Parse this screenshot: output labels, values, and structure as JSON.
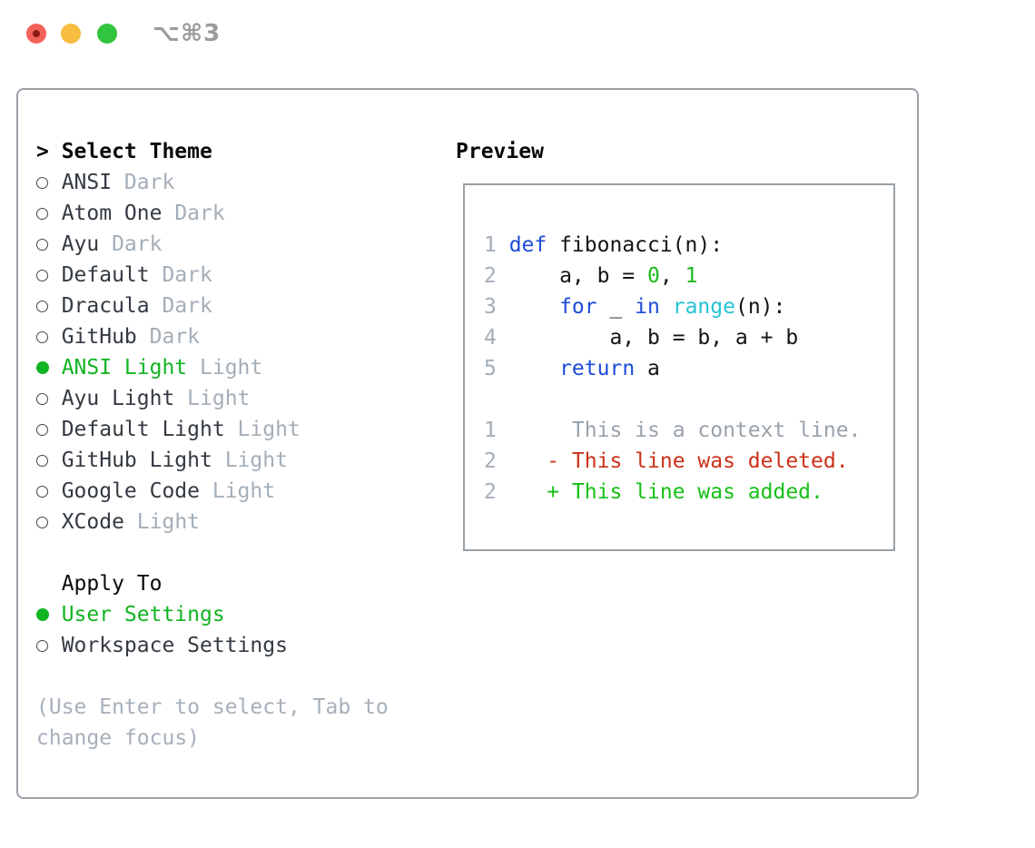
{
  "window": {
    "title": "⌥⌘3",
    "traffic_lights": {
      "close": "close-button",
      "minimize": "minimize-button",
      "zoom": "zoom-button"
    }
  },
  "colors": {
    "traffic-red": "#f2615a",
    "traffic-red-dot": "#8c1c12",
    "traffic-yellow": "#f6bd40",
    "traffic-green": "#31c43d",
    "title-gray": "#9b9b9b",
    "border-gray": "#9ba1a8",
    "ink-black": "#0a0a0a",
    "ink-dark": "#343a42",
    "muted-gray": "#a4aeb8",
    "radio-ring": "#40464e",
    "ui-green": "#12b422",
    "help-gray": "#a7b0ba",
    "linenum-gray": "#a4aeb8",
    "code-blue": "#1c4bd8",
    "code-fg": "#141414",
    "code-green": "#1cb81c",
    "code-cyan": "#23c3d2",
    "diff-ctx": "#99a2ac",
    "diff-red": "#cb3118",
    "diff-green": "#16c016"
  },
  "theme_list": {
    "header": "Select Theme",
    "header_marker": ">",
    "items": [
      {
        "name": "ANSI",
        "variant": "Dark",
        "selected": false
      },
      {
        "name": "Atom One",
        "variant": "Dark",
        "selected": false
      },
      {
        "name": "Ayu",
        "variant": "Dark",
        "selected": false
      },
      {
        "name": "Default",
        "variant": "Dark",
        "selected": false
      },
      {
        "name": "Dracula",
        "variant": "Dark",
        "selected": false
      },
      {
        "name": "GitHub",
        "variant": "Dark",
        "selected": false
      },
      {
        "name": "ANSI Light",
        "variant": "Light",
        "selected": true
      },
      {
        "name": "Ayu Light",
        "variant": "Light",
        "selected": false
      },
      {
        "name": "Default Light",
        "variant": "Light",
        "selected": false
      },
      {
        "name": "GitHub Light",
        "variant": "Light",
        "selected": false
      },
      {
        "name": "Google Code",
        "variant": "Light",
        "selected": false
      },
      {
        "name": "XCode",
        "variant": "Light",
        "selected": false
      }
    ]
  },
  "apply_to": {
    "header": "Apply To",
    "options": [
      {
        "label": "User Settings",
        "selected": true
      },
      {
        "label": "Workspace Settings",
        "selected": false
      }
    ]
  },
  "help_text": "(Use Enter to select, Tab to change focus)",
  "preview": {
    "title": "Preview",
    "code_lines": [
      {
        "num": "1",
        "tokens": [
          {
            "t": "def",
            "c": "kw"
          },
          {
            "t": " fibonacci(n):",
            "c": "fg"
          }
        ]
      },
      {
        "num": "2",
        "tokens": [
          {
            "t": "    a, b = ",
            "c": "fg"
          },
          {
            "t": "0",
            "c": "num"
          },
          {
            "t": ", ",
            "c": "fg"
          },
          {
            "t": "1",
            "c": "num"
          }
        ]
      },
      {
        "num": "3",
        "tokens": [
          {
            "t": "    ",
            "c": "fg"
          },
          {
            "t": "for",
            "c": "kw"
          },
          {
            "t": " _ ",
            "c": "fg"
          },
          {
            "t": "in",
            "c": "kw"
          },
          {
            "t": " ",
            "c": "fg"
          },
          {
            "t": "range",
            "c": "fn"
          },
          {
            "t": "(n):",
            "c": "fg"
          }
        ]
      },
      {
        "num": "4",
        "tokens": [
          {
            "t": "        a, b = b, a + b",
            "c": "fg"
          }
        ]
      },
      {
        "num": "5",
        "tokens": [
          {
            "t": "    ",
            "c": "fg"
          },
          {
            "t": "return",
            "c": "kw"
          },
          {
            "t": " a",
            "c": "fg"
          }
        ]
      }
    ],
    "diff_lines": [
      {
        "num": "1",
        "tokens": [
          {
            "t": "     This is a context line.",
            "c": "ctx"
          }
        ]
      },
      {
        "num": "2",
        "tokens": [
          {
            "t": "   - This line was deleted.",
            "c": "del"
          }
        ]
      },
      {
        "num": "2",
        "tokens": [
          {
            "t": "   + This line was added.",
            "c": "add"
          }
        ]
      }
    ]
  }
}
